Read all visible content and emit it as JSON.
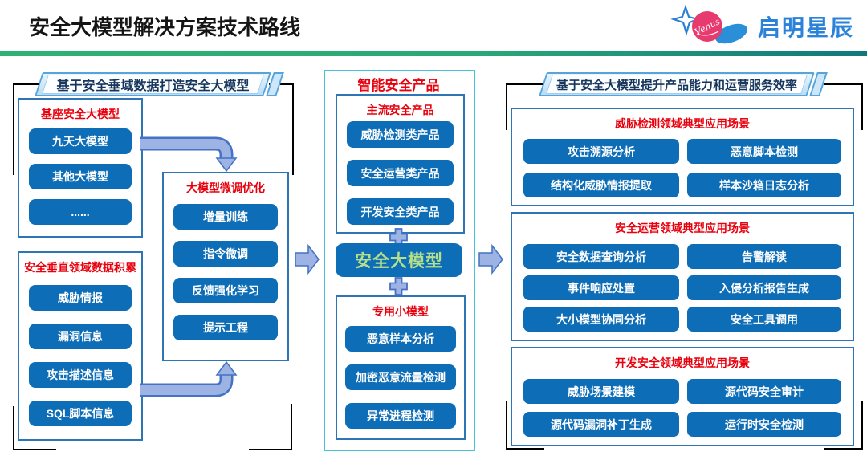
{
  "header": {
    "title": "安全大模型解决方案技术路线",
    "logo": {
      "brand": "启明星辰",
      "emblem_text": "Venus"
    }
  },
  "left": {
    "banner": "基于安全垂域数据打造安全大模型",
    "base_box": {
      "title": "基座安全大模型",
      "items": [
        "九天大模型",
        "其他大模型",
        "......"
      ]
    },
    "finetune_box": {
      "title": "大模型微调优化",
      "items": [
        "增量训练",
        "指令微调",
        "反馈强化学习",
        "提示工程"
      ]
    },
    "data_box": {
      "title": "安全垂直领域数据积累",
      "items": [
        "威胁情报",
        "漏洞信息",
        "攻击描述信息",
        "SQL脚本信息"
      ]
    }
  },
  "middle": {
    "title": "智能安全产品",
    "mainstream_box": {
      "title": "主流安全产品",
      "items": [
        "威胁检测类产品",
        "安全运营类产品",
        "开发安全类产品"
      ]
    },
    "core_model": "安全大模型",
    "small_model_box": {
      "title": "专用小模型",
      "items": [
        "恶意样本分析",
        "加密恶意流量检测",
        "异常进程检测"
      ]
    }
  },
  "right": {
    "banner": "基于安全大模型提升产品能力和运营服务效率",
    "groups": [
      {
        "title": "威胁检测领域典型应用场景",
        "items": [
          "攻击溯源分析",
          "恶意脚本检测",
          "结构化威胁情报提取",
          "样本沙箱日志分析"
        ]
      },
      {
        "title": "安全运营领域典型应用场景",
        "items": [
          "安全数据查询分析",
          "告警解读",
          "事件响应处置",
          "入侵分析报告生成",
          "大小模型协同分析",
          "安全工具调用"
        ]
      },
      {
        "title": "开发安全领域典型应用场景",
        "items": [
          "威胁场景建模",
          "源代码安全审计",
          "源代码漏洞补丁生成",
          "运行时安全检测"
        ]
      }
    ]
  },
  "colors": {
    "button_blue": "#0d6db6",
    "title_red": "#e8000d",
    "core_text_green": "#b5e08a",
    "arrow_fill": "#9db3e3",
    "arrow_stroke": "#4472c4",
    "banner_navy": "#17365d",
    "bracket_cyan": "#abe3ef",
    "middle_border_cyan": "#47c3da",
    "group_border_blue": "#2e75b6",
    "green_bar_start": "#2eb273",
    "green_bar_end": "#10787c",
    "logo_blue": "#2b82d9",
    "logo_pink": "#e73a6e"
  }
}
